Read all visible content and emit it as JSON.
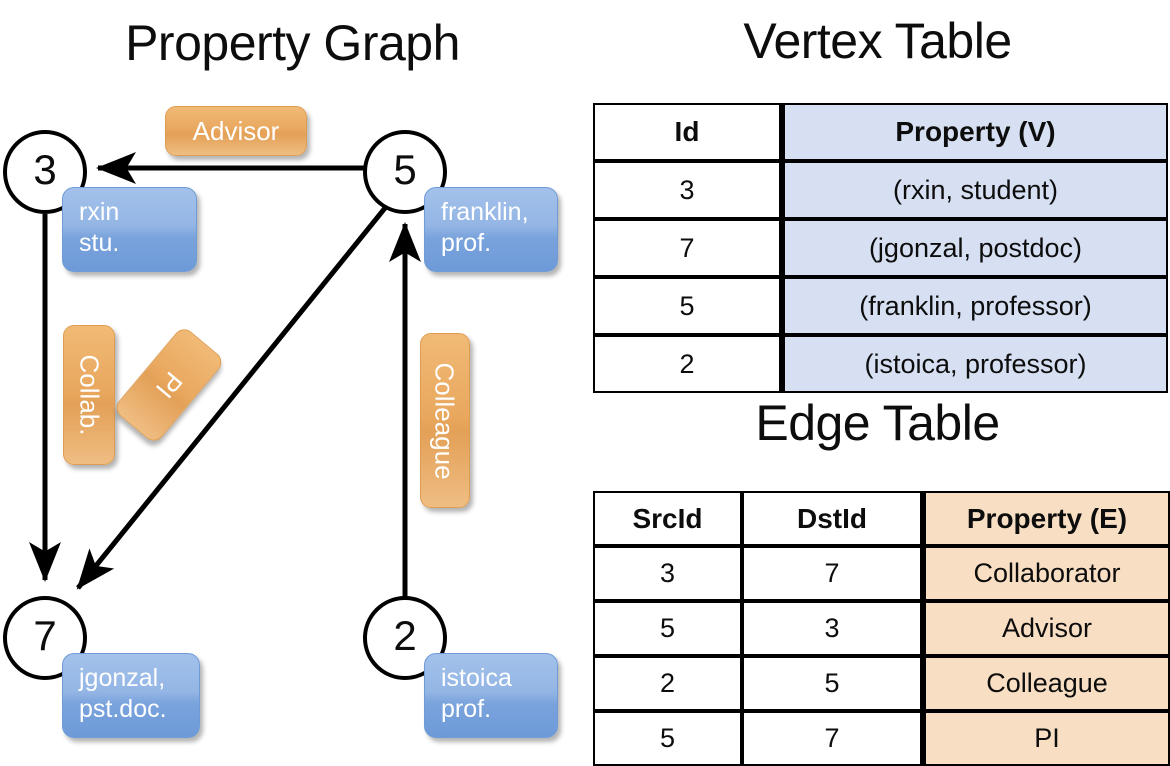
{
  "panels": {
    "graph_title": "Property Graph",
    "vertex_title": "Vertex Table",
    "edge_title": "Edge Table"
  },
  "graph": {
    "nodes": [
      {
        "id": "3",
        "property_line1": "rxin",
        "property_line2": "stu."
      },
      {
        "id": "5",
        "property_line1": "franklin,",
        "property_line2": "prof."
      },
      {
        "id": "7",
        "property_line1": "jgonzal,",
        "property_line2": "pst.doc."
      },
      {
        "id": "2",
        "property_line1": "istoica",
        "property_line2": "prof."
      }
    ],
    "edge_labels": [
      {
        "name": "advisor-label",
        "text": "Advisor",
        "orientation": "horizontal"
      },
      {
        "name": "collab-label",
        "text": "Collab.",
        "orientation": "vertical"
      },
      {
        "name": "pi-label",
        "text": "PI",
        "orientation": "diagonal"
      },
      {
        "name": "colleague-label",
        "text": "Colleague",
        "orientation": "vertical"
      }
    ]
  },
  "vertex_table": {
    "headers": [
      "Id",
      "Property (V)"
    ],
    "rows": [
      {
        "id": "3",
        "property": "(rxin, student)"
      },
      {
        "id": "7",
        "property": "(jgonzal, postdoc)"
      },
      {
        "id": "5",
        "property": "(franklin, professor)"
      },
      {
        "id": "2",
        "property": "(istoica, professor)"
      }
    ]
  },
  "edge_table": {
    "headers": [
      "SrcId",
      "DstId",
      "Property (E)"
    ],
    "rows": [
      {
        "src": "3",
        "dst": "7",
        "property": "Collaborator"
      },
      {
        "src": "5",
        "dst": "3",
        "property": "Advisor"
      },
      {
        "src": "2",
        "dst": "5",
        "property": "Colleague"
      },
      {
        "src": "5",
        "dst": "7",
        "property": "PI"
      }
    ]
  },
  "colors": {
    "vertex_highlight": "#d6e0f2",
    "edge_highlight": "#f8dfc4",
    "node_box_blue": "#7aa3dc",
    "edge_label_orange": "#e9a75e",
    "stroke": "#000000"
  }
}
